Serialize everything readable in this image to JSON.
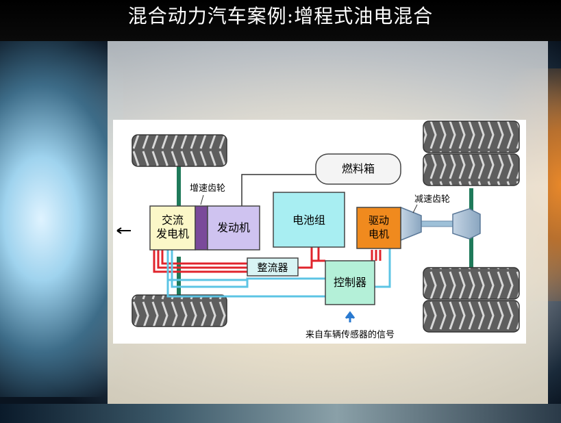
{
  "slide": {
    "title": "混合动力汽车案例:增程式油电混合"
  },
  "diagram": {
    "fuel_tank": "燃料箱",
    "speed_up_gear": "增速齿轮",
    "alternator_line1": "交流",
    "alternator_line2": "发电机",
    "engine": "发动机",
    "battery_pack": "电池组",
    "drive_motor_line1": "驱动",
    "drive_motor_line2": "电机",
    "reduction_gear": "减速齿轮",
    "rectifier": "整流器",
    "controller": "控制器",
    "sensor_signal": "来自车辆传感器的信号",
    "colors": {
      "alternator": "#fbf7c8",
      "engine": "#cfc3f0",
      "gear_bar": "#7a4a9a",
      "battery": "#a8eef2",
      "drive_motor": "#f08a1e",
      "controller": "#b4f0d8",
      "shaft": "#1f7a5a",
      "red_wire": "#e0242c",
      "blue_wire": "#5cc4e4",
      "tire": "#6a6a6a"
    }
  }
}
